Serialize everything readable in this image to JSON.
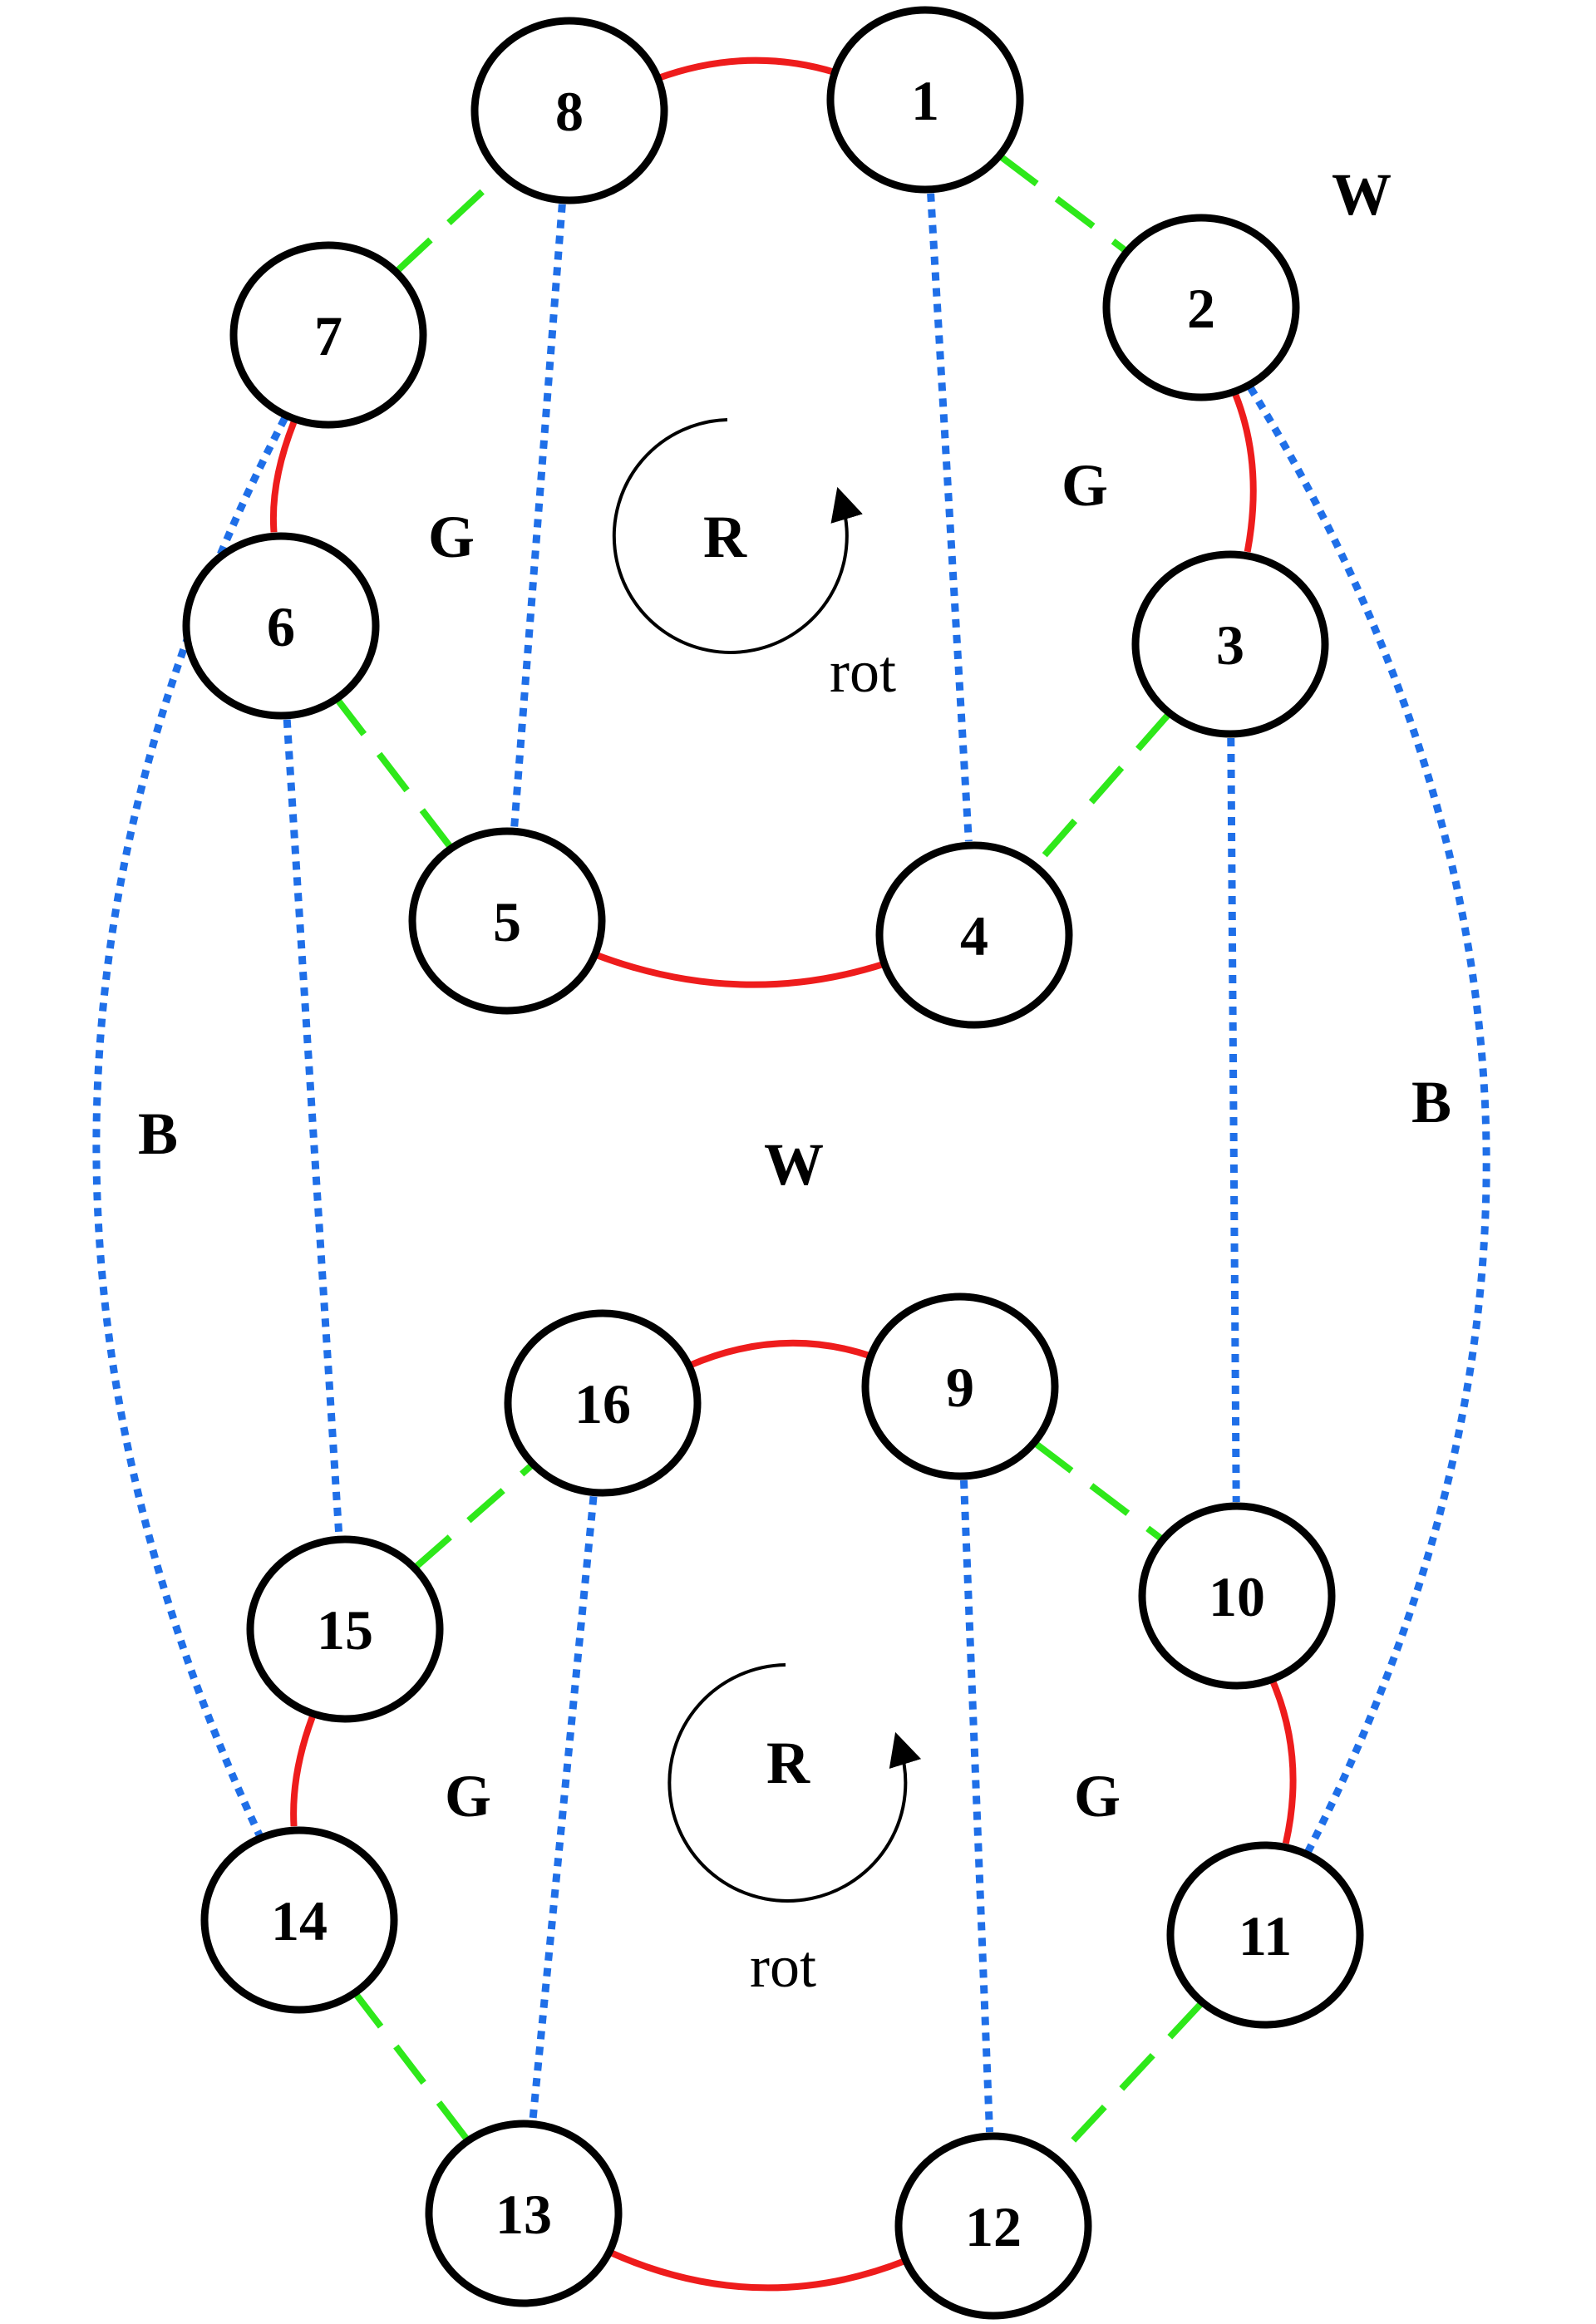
{
  "colors": {
    "red": "#ee1c1c",
    "green": "#2ee81a",
    "blue": "#1f6fe8"
  },
  "nodes": [
    {
      "id": "1",
      "label": "1"
    },
    {
      "id": "2",
      "label": "2"
    },
    {
      "id": "3",
      "label": "3"
    },
    {
      "id": "4",
      "label": "4"
    },
    {
      "id": "5",
      "label": "5"
    },
    {
      "id": "6",
      "label": "6"
    },
    {
      "id": "7",
      "label": "7"
    },
    {
      "id": "8",
      "label": "8"
    },
    {
      "id": "9",
      "label": "9"
    },
    {
      "id": "10",
      "label": "10"
    },
    {
      "id": "11",
      "label": "11"
    },
    {
      "id": "12",
      "label": "12"
    },
    {
      "id": "13",
      "label": "13"
    },
    {
      "id": "14",
      "label": "14"
    },
    {
      "id": "15",
      "label": "15"
    },
    {
      "id": "16",
      "label": "16"
    }
  ],
  "edges": [
    {
      "from": "8",
      "to": "1",
      "type": "red"
    },
    {
      "from": "2",
      "to": "3",
      "type": "red"
    },
    {
      "from": "5",
      "to": "4",
      "type": "red"
    },
    {
      "from": "7",
      "to": "6",
      "type": "red"
    },
    {
      "from": "1",
      "to": "2",
      "type": "green"
    },
    {
      "from": "3",
      "to": "4",
      "type": "green"
    },
    {
      "from": "5",
      "to": "6",
      "type": "green"
    },
    {
      "from": "7",
      "to": "8",
      "type": "green"
    },
    {
      "from": "1",
      "to": "4",
      "type": "blue"
    },
    {
      "from": "8",
      "to": "5",
      "type": "blue"
    },
    {
      "from": "2",
      "to": "11",
      "type": "blue"
    },
    {
      "from": "3",
      "to": "10",
      "type": "blue"
    },
    {
      "from": "6",
      "to": "15",
      "type": "blue"
    },
    {
      "from": "7",
      "to": "14",
      "type": "blue"
    },
    {
      "from": "16",
      "to": "9",
      "type": "red"
    },
    {
      "from": "10",
      "to": "11",
      "type": "red"
    },
    {
      "from": "13",
      "to": "12",
      "type": "red"
    },
    {
      "from": "15",
      "to": "14",
      "type": "red"
    },
    {
      "from": "9",
      "to": "10",
      "type": "green"
    },
    {
      "from": "11",
      "to": "12",
      "type": "green"
    },
    {
      "from": "13",
      "to": "14",
      "type": "green"
    },
    {
      "from": "15",
      "to": "16",
      "type": "green"
    },
    {
      "from": "9",
      "to": "12",
      "type": "blue"
    },
    {
      "from": "16",
      "to": "13",
      "type": "blue"
    }
  ],
  "region_labels": {
    "w_top_right": "W",
    "w_middle": "W",
    "g_top_left": "G",
    "g_top_right": "G",
    "g_bottom_left": "G",
    "g_bottom_right": "G",
    "b_left": "B",
    "b_right": "B"
  },
  "rotations": {
    "top": {
      "letter": "R",
      "caption": "rot"
    },
    "bottom": {
      "letter": "R",
      "caption": "rot"
    }
  }
}
